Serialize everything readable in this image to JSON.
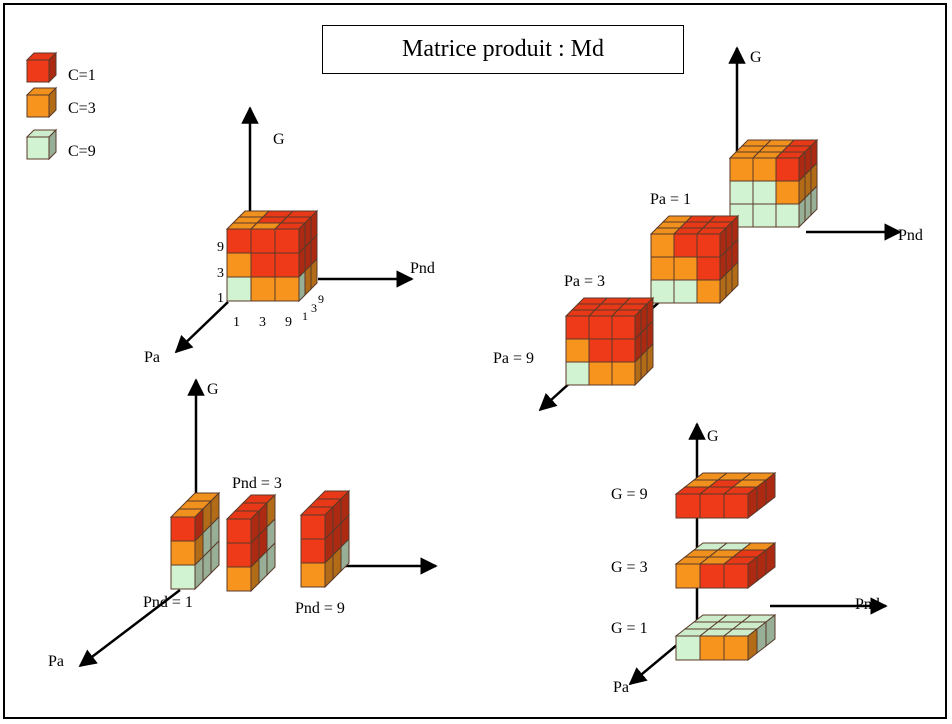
{
  "title": "Matrice produit : Md",
  "colors": {
    "c1": "#ee3a18",
    "c3": "#f7941e",
    "c9": "#d2f3d1",
    "stroke": "#5a3a2a"
  },
  "legend": [
    {
      "label": "C=1",
      "color_key": "c1"
    },
    {
      "label": "C=3",
      "color_key": "c3"
    },
    {
      "label": "C=9",
      "color_key": "c9"
    }
  ],
  "axes": {
    "G": "G",
    "Pnd": "Pnd",
    "Pa": "Pa"
  },
  "cube": {
    "g_labels": [
      "9",
      "3",
      "1"
    ],
    "pnd_labels": [
      "1",
      "3",
      "9"
    ],
    "pa_labels": [
      "1",
      "3",
      "9"
    ],
    "front": [
      [
        "c1",
        "c1",
        "c1"
      ],
      [
        "c3",
        "c1",
        "c1"
      ],
      [
        "c9",
        "c3",
        "c3"
      ]
    ],
    "top": [
      [
        "c3",
        "c1",
        "c1"
      ],
      [
        "c3",
        "c1",
        "c1"
      ],
      [
        "c3",
        "c3",
        "c1"
      ]
    ],
    "side": [
      [
        "c1",
        "c1",
        "c1"
      ],
      [
        "c1",
        "c1",
        "c1"
      ],
      [
        "c9",
        "c3",
        "c3"
      ]
    ]
  },
  "pa_slices": [
    {
      "label": "Pa = 1",
      "front": [
        [
          "c3",
          "c3",
          "c1"
        ],
        [
          "c9",
          "c9",
          "c3"
        ],
        [
          "c9",
          "c9",
          "c9"
        ]
      ],
      "top": [
        [
          "c3",
          "c3",
          "c1"
        ],
        [
          "c3",
          "c3",
          "c1"
        ],
        [
          "c3",
          "c3",
          "c1"
        ]
      ],
      "side": [
        [
          "c1",
          "c1",
          "c1"
        ],
        [
          "c3",
          "c3",
          "c3"
        ],
        [
          "c9",
          "c9",
          "c9"
        ]
      ]
    },
    {
      "label": "Pa = 3",
      "front": [
        [
          "c3",
          "c1",
          "c1"
        ],
        [
          "c3",
          "c3",
          "c1"
        ],
        [
          "c9",
          "c9",
          "c3"
        ]
      ],
      "top": [
        [
          "c3",
          "c1",
          "c1"
        ],
        [
          "c3",
          "c1",
          "c1"
        ],
        [
          "c3",
          "c1",
          "c1"
        ]
      ],
      "side": [
        [
          "c1",
          "c1",
          "c1"
        ],
        [
          "c1",
          "c1",
          "c1"
        ],
        [
          "c3",
          "c3",
          "c3"
        ]
      ]
    },
    {
      "label": "Pa = 9",
      "front": [
        [
          "c1",
          "c1",
          "c1"
        ],
        [
          "c3",
          "c1",
          "c1"
        ],
        [
          "c9",
          "c3",
          "c3"
        ]
      ],
      "top": [
        [
          "c1",
          "c1",
          "c1"
        ],
        [
          "c1",
          "c1",
          "c1"
        ],
        [
          "c1",
          "c1",
          "c1"
        ]
      ],
      "side": [
        [
          "c1",
          "c1",
          "c1"
        ],
        [
          "c1",
          "c1",
          "c1"
        ],
        [
          "c3",
          "c3",
          "c3"
        ]
      ]
    }
  ],
  "pnd_slices": [
    {
      "label": "Pnd = 1",
      "front": [
        [
          "c1"
        ],
        [
          "c3"
        ],
        [
          "c9"
        ]
      ],
      "top": [
        [
          "c3"
        ],
        [
          "c3"
        ],
        [
          "c3"
        ]
      ],
      "side": [
        [
          "c1",
          "c3",
          "c3"
        ],
        [
          "c3",
          "c9",
          "c9"
        ],
        [
          "c9",
          "c9",
          "c9"
        ]
      ]
    },
    {
      "label": "Pnd = 3",
      "front": [
        [
          "c1"
        ],
        [
          "c1"
        ],
        [
          "c3"
        ]
      ],
      "top": [
        [
          "c1"
        ],
        [
          "c1"
        ],
        [
          "c1"
        ]
      ],
      "side": [
        [
          "c1",
          "c1",
          "c3"
        ],
        [
          "c1",
          "c1",
          "c9"
        ],
        [
          "c3",
          "c9",
          "c9"
        ]
      ]
    },
    {
      "label": "Pnd = 9",
      "front": [
        [
          "c1"
        ],
        [
          "c1"
        ],
        [
          "c3"
        ]
      ],
      "top": [
        [
          "c1"
        ],
        [
          "c1"
        ],
        [
          "c1"
        ]
      ],
      "side": [
        [
          "c1",
          "c1",
          "c1"
        ],
        [
          "c1",
          "c1",
          "c1"
        ],
        [
          "c3",
          "c3",
          "c9"
        ]
      ]
    }
  ],
  "g_slices": [
    {
      "label": "G = 9",
      "front": [
        [
          "c1",
          "c1",
          "c1"
        ]
      ],
      "top": [
        [
          "c3",
          "c3",
          "c3"
        ],
        [
          "c3",
          "c1",
          "c3"
        ],
        [
          "c1",
          "c1",
          "c1"
        ]
      ],
      "side": [
        [
          "c1",
          "c1",
          "c1"
        ]
      ]
    },
    {
      "label": "G = 3",
      "front": [
        [
          "c3",
          "c1",
          "c1"
        ]
      ],
      "top": [
        [
          "c9",
          "c9",
          "c3"
        ],
        [
          "c3",
          "c3",
          "c1"
        ],
        [
          "c3",
          "c3",
          "c1"
        ]
      ],
      "side": [
        [
          "c1",
          "c1",
          "c1"
        ]
      ]
    },
    {
      "label": "G = 1",
      "front": [
        [
          "c9",
          "c3",
          "c3"
        ]
      ],
      "top": [
        [
          "c9",
          "c9",
          "c9"
        ],
        [
          "c9",
          "c9",
          "c9"
        ],
        [
          "c9",
          "c9",
          "c9"
        ]
      ],
      "side": [
        [
          "c3",
          "c9",
          "c9"
        ]
      ]
    }
  ]
}
